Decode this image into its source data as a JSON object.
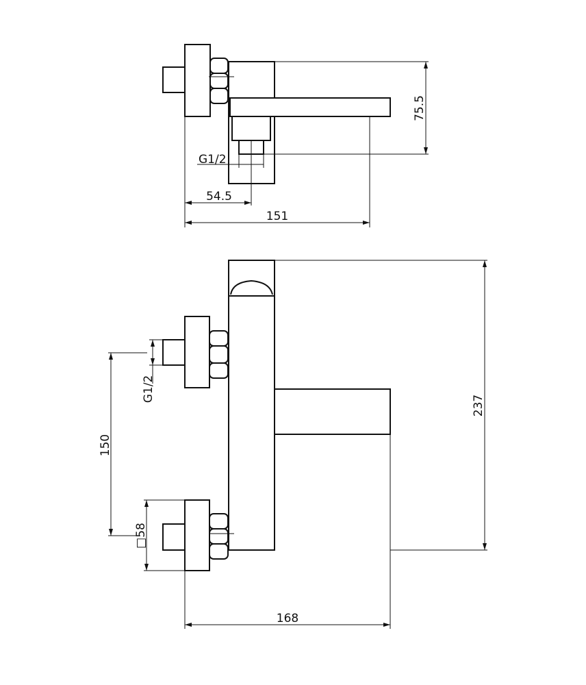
{
  "top_view": {
    "dims": {
      "height": "75.5",
      "thread": "G1/2",
      "inlet_offset": "54.5",
      "spout_reach": "151"
    }
  },
  "front_view": {
    "dims": {
      "height": "237",
      "thread": "G1/2",
      "centers": "150",
      "flange": "□58",
      "width": "168"
    }
  },
  "colors": {
    "line": "#111111",
    "background": "#ffffff"
  }
}
